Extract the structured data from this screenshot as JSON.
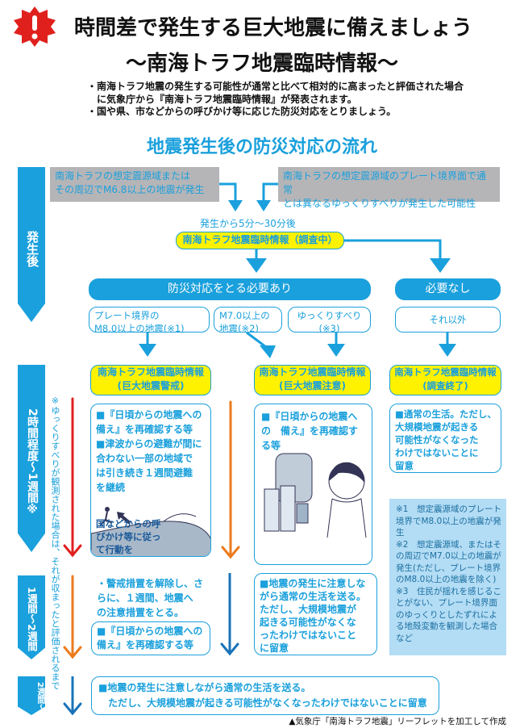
{
  "header": {
    "title_line1": "時間差で発生する巨大地震に備えましょう",
    "title_line2": "〜南海トラフ地震臨時情報〜",
    "bullets": [
      "・南海トラフ地震の発生する可能性が通常と比べて相対的に高まったと評価された場合",
      "　に気象庁から『南海トラフ地震臨時情報』が発表されます。",
      "・国や県、市などからの呼びかけ等に応じた防災対応をとりましょう。"
    ]
  },
  "section_title": "地震発生後の防災対応の流れ",
  "phases": [
    "発生後",
    "2時間程度〜1週間※",
    "1週間〜2週間",
    "2週間〜"
  ],
  "vertical_note": "※ゆっくりすべりが観測された場合は、それが収まったと評価されるまで",
  "triggers": [
    "南海トラフの想定震源域または",
    "その周辺でM6.8以上の地震が発生",
    "南海トラフの想定震源域のプレート境界面で通常",
    "とは異なるゆっくりすべりが発生した可能性"
  ],
  "timing": "発生から5分〜30分後",
  "initial_info": "南海トラフ地震臨時情報（調査中）",
  "decision": {
    "yes": "防災対応をとる必要あり",
    "no": "必要なし"
  },
  "conditions": [
    {
      "l1": "プレート境界の",
      "l2": "M8.0以上の地震(※1)"
    },
    {
      "l1": "M7.0以上の",
      "l2": "地震(※2)"
    },
    {
      "l1": "ゆっくりすべり",
      "l2": "(※3)"
    },
    {
      "l1": "それ以外",
      "l2": ""
    }
  ],
  "info": [
    {
      "l1": "南海トラフ地震臨時情報",
      "l2": "(巨大地震警戒)"
    },
    {
      "l1": "南海トラフ地震臨時情報",
      "l2": "(巨大地震注意)"
    },
    {
      "l1": "南海トラフ地震臨時情報",
      "l2": "(調査終了)"
    }
  ],
  "actions": {
    "warning": [
      "■『日頃からの地震への　備え』を再確認する等",
      "■津波からの避難が間に　合わない一部の地域で　は引き続き１週間避難　を継続"
    ],
    "warning_caption": "国などからの呼びかけ等に従って行動を",
    "caution": "■『日頃からの地震への　備え』を再確認する等",
    "ended": "■通常の生活。ただし、　大規模地震が起きる　可能性がなくなった　わけではないことに　留意",
    "week2_warning_text": "・警戒措置を解除し、さ　らに、１週間、地震へ　の注意措置をとる。",
    "week2_warning_box": "■『日頃からの地震への　備え』を再確認する等",
    "week2_caution": "■地震の発生に注意しな　がら通常の生活を送る。　ただし、大規模地震が　起きる可能性がなくな　ったわけではないこと　に留意",
    "after2w_l1": "■地震の発生に注意しながら通常の生活を送る。",
    "after2w_l2": "　ただし、大規模地震が起きる可能性がなくなったわけではないことに留意"
  },
  "footnotes": [
    "※1　想定震源域のプレート境界でM8.0以上の地震が発生",
    "※2　想定震源域、またはその周辺でM7.0以上の地震が発生(ただし、プレート境界のM8.0以上の地震を除く)",
    "※3　住民が揺れを感じることがない、プレート境界面のゆっくりとしたずれによる地殻変動を観測した場合など"
  ],
  "source": "▲気象庁「南海トラフ地震」リーフレットを加工して作成",
  "colors": {
    "blue": "#1aa0dc",
    "yellow": "#fff200",
    "red": "#e02020",
    "orange": "#ec7a1c",
    "grey": "#b5b5b8"
  }
}
